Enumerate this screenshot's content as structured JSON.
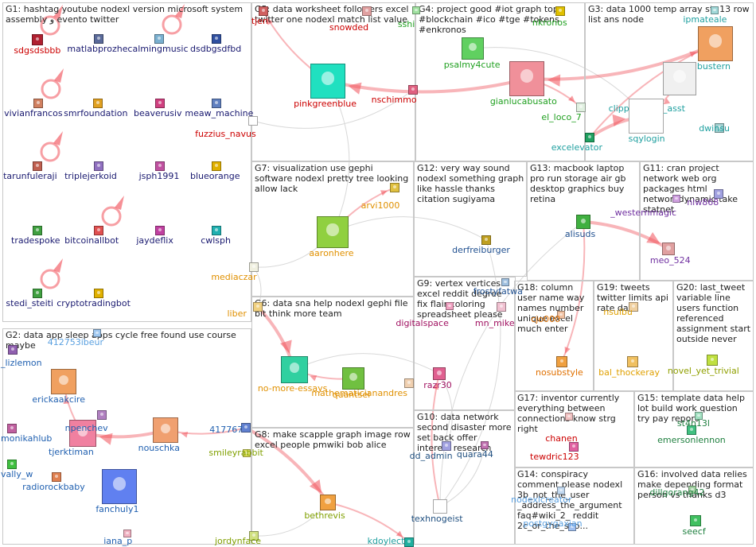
{
  "groups": [
    {
      "id": "G1",
      "title": "G1: hashtag youtube nodexl version microsoft system assembly و evento twitter"
    },
    {
      "id": "G2",
      "title": "G2: data app sleep apps cycle free found use course maybe"
    },
    {
      "id": "G3",
      "title": "G3: data 1000 temp array str 13 row list ans node"
    },
    {
      "id": "G4",
      "title": "G4: project good #iot graph top #blockchain #ico #tge #tokens #enkronos"
    },
    {
      "id": "G5",
      "title": "G5: data worksheet followers excel twitter one nodexl match list value"
    },
    {
      "id": "G6",
      "title": "G6: data sna help nodexl gephi file bit think more team"
    },
    {
      "id": "G7",
      "title": "G7: visualization use gephi software nodexl pretty tree looking allow lack"
    },
    {
      "id": "G8",
      "title": "G8: make scapple graph image row excel people pmwiki bob alice"
    },
    {
      "id": "G9",
      "title": "G9: vertex vertices excel reddit degree fix flair coloring spreadsheet please"
    },
    {
      "id": "G10",
      "title": "G10: data network second disaster more set back offer interest research"
    },
    {
      "id": "G11",
      "title": "G11: cran project network web org packages html networkdynamic take statnet"
    },
    {
      "id": "G12",
      "title": "G12: very way sound nodexl something graph like hassle thanks citation sugiyama"
    },
    {
      "id": "G13",
      "title": "G13: macbook laptop pro run storage air gb desktop graphics buy retina"
    },
    {
      "id": "G14",
      "title": "G14: conspiracy comment please nodexl 3b_not_the_user _address_the_argument faq#wiki_2_ reddit 2c_or_the_sub..."
    },
    {
      "id": "G15",
      "title": "G15: template data help lot build work question try pay report"
    },
    {
      "id": "G16",
      "title": "G16: involved data relies make depending format person vs thanks d3"
    },
    {
      "id": "G17",
      "title": "G17: inventor currently everything between connections know strg right"
    },
    {
      "id": "G18",
      "title": "G18: column user name way names number unique excel much enter"
    },
    {
      "id": "G19",
      "title": "G19: tweets twitter limits api rate data"
    },
    {
      "id": "G20",
      "title": "G20: last_tweet variable line users function referenced assignment start outside never"
    }
  ],
  "nodes": [
    {
      "id": "sdgsdsbbb",
      "label": "sdgsdsbbb",
      "color": "#cc0000",
      "fill": "#b02030"
    },
    {
      "id": "matlabprozhe",
      "label": "matlabprozhe",
      "color": "#1a1a70",
      "fill": "#5a6a9a"
    },
    {
      "id": "calmingmusic",
      "label": "calmingmusic",
      "color": "#1a1a70",
      "fill": "#7ab0d0"
    },
    {
      "id": "dsdbgsdfbd",
      "label": "dsdbgsdfbd",
      "color": "#1a1a70",
      "fill": "#3050a0"
    },
    {
      "id": "vivianfrancos",
      "label": "vivianfrancos",
      "color": "#1a1a70",
      "fill": "#d08060"
    },
    {
      "id": "smrfoundation",
      "label": "smrfoundation",
      "color": "#1a1a70",
      "fill": "#e0a020"
    },
    {
      "id": "beaverusiv",
      "label": "beaverusiv",
      "color": "#1a1a70",
      "fill": "#d04080"
    },
    {
      "id": "meaw_machine",
      "label": "meaw_machine",
      "color": "#1a1a70",
      "fill": "#6080c0"
    },
    {
      "id": "tarunfuleraji",
      "label": "tarunfuleraji",
      "color": "#1a1a70",
      "fill": "#c06050"
    },
    {
      "id": "triplejerkoid",
      "label": "triplejerkoid",
      "color": "#1a1a70",
      "fill": "#9070c0"
    },
    {
      "id": "jsph1991",
      "label": "jsph1991",
      "color": "#1a1a70",
      "fill": "#c050a0"
    },
    {
      "id": "blueorange",
      "label": "blueorange",
      "color": "#1a1a70",
      "fill": "#e0b000"
    },
    {
      "id": "tradespoke",
      "label": "tradespoke",
      "color": "#1a1a70",
      "fill": "#40a040"
    },
    {
      "id": "bitcoinallbot",
      "label": "bitcoinallbot",
      "color": "#1a1a70",
      "fill": "#e05050"
    },
    {
      "id": "jaydeflix",
      "label": "jaydeflix",
      "color": "#1a1a70",
      "fill": "#c040a0"
    },
    {
      "id": "cwlsph",
      "label": "cwlsph",
      "color": "#1a1a70",
      "fill": "#20b0b0"
    },
    {
      "id": "stedi_steiti",
      "label": "stedi_steiti",
      "color": "#1a1a70",
      "fill": "#40a040"
    },
    {
      "id": "cryptotradingbot",
      "label": "cryptotradingbot",
      "color": "#1a1a70",
      "fill": "#e0b000"
    },
    {
      "id": "412753ibeur",
      "label": "412753ibeur",
      "color": "#5aa0e0",
      "fill": "#a0c8f0"
    },
    {
      "id": "_lizlemon",
      "label": "_lizlemon",
      "color": "#2060b0",
      "fill": "#9060b0"
    },
    {
      "id": "erickaakcire",
      "label": "erickaakcire",
      "color": "#2060b0",
      "fill": "#f0a060"
    },
    {
      "id": "tjerktiman",
      "label": "tjerktiman",
      "color": "#2060b0",
      "fill": "#f080a0"
    },
    {
      "id": "npenchev",
      "label": "npenchev",
      "color": "#2060b0",
      "fill": "#b080c0"
    },
    {
      "id": "nouschka",
      "label": "nouschka",
      "color": "#2060b0",
      "fill": "#f0a070"
    },
    {
      "id": "monikahlub",
      "label": "monikahlub",
      "color": "#2060b0",
      "fill": "#c060a0"
    },
    {
      "id": "vally_w",
      "label": "vally_w",
      "color": "#2060b0",
      "fill": "#40c040"
    },
    {
      "id": "radiorockbaby",
      "label": "radiorockbaby",
      "color": "#2060b0",
      "fill": "#e08050"
    },
    {
      "id": "fanchuly1",
      "label": "fanchuly1",
      "color": "#2060b0",
      "fill": "#6080f0"
    },
    {
      "id": "iana_p",
      "label": "iana_p",
      "color": "#2060b0",
      "fill": "#f0b0c0"
    },
    {
      "id": "417767",
      "label": "417767",
      "color": "#2060b0",
      "fill": "#6080d0"
    },
    {
      "id": "tjen",
      "label": "tjen",
      "color": "#cc0000",
      "fill": "#d06060"
    },
    {
      "id": "snowded",
      "label": "snowded",
      "color": "#cc0000",
      "fill": "#e0a0a0"
    },
    {
      "id": "pinkgreenblue",
      "label": "pinkgreenblue",
      "color": "#cc0000",
      "fill": "#20e0c0"
    },
    {
      "id": "nschimmo",
      "label": "nschimmo",
      "color": "#cc0000",
      "fill": "#e06080"
    },
    {
      "id": "fuzzius_navus",
      "label": "fuzzius_navus",
      "color": "#cc0000",
      "fill": "#ffffff"
    },
    {
      "id": "sshi",
      "label": "sshi",
      "color": "#20a020",
      "fill": "#a0e0a0"
    },
    {
      "id": "nkronos",
      "label": "nkronos",
      "color": "#20a020",
      "fill": "#e0c000"
    },
    {
      "id": "psalmy4cute",
      "label": "psalmy4cute",
      "color": "#20a020",
      "fill": "#60d060"
    },
    {
      "id": "gianlucabusato",
      "label": "gianlucabusato",
      "color": "#20a020",
      "fill": "#f0909a"
    },
    {
      "id": "el_loco_7",
      "label": "el_loco_7",
      "color": "#20a020",
      "fill": "#e0f0e0"
    },
    {
      "id": "ipmateale",
      "label": "ipmateale",
      "color": "#20a0a0",
      "fill": "#a0d8d8"
    },
    {
      "id": "bustern",
      "label": "bustern",
      "color": "#20a0a0",
      "fill": "#f0a060"
    },
    {
      "id": "clippy_office_asst",
      "label": "clippy_office_asst",
      "color": "#20a0a0",
      "fill": "#f0f0f0"
    },
    {
      "id": "sqylogin",
      "label": "sqylogin",
      "color": "#20a0a0",
      "fill": "#ffffff"
    },
    {
      "id": "excelevator",
      "label": "excelevator",
      "color": "#20a0a0",
      "fill": "#20a060"
    },
    {
      "id": "dwinsu",
      "label": "dwinsu",
      "color": "#20a0a0",
      "fill": "#a0d0d0"
    },
    {
      "id": "aaronhere",
      "label": "aaronhere",
      "color": "#e09000",
      "fill": "#90d040"
    },
    {
      "id": "arvi1000",
      "label": "arvi1000",
      "color": "#e09000",
      "fill": "#e0c040"
    },
    {
      "id": "mediaczar",
      "label": "mediaczar",
      "color": "#e09000",
      "fill": "#f0f0e0"
    },
    {
      "id": "liber",
      "label": "liber",
      "color": "#e09000",
      "fill": "#f0d080"
    },
    {
      "id": "no-more-essays",
      "label": "no-more-essays",
      "color": "#e09000",
      "fill": "#30d0a0"
    },
    {
      "id": "quantsel",
      "label": "quantsel",
      "color": "#e09000",
      "fill": "#70c040"
    },
    {
      "id": "mathematicianandres",
      "label": "mathematicianandres",
      "color": "#e09000",
      "fill": "#f0d0b0"
    },
    {
      "id": "derfreiburger",
      "label": "derfreiburger",
      "color": "#205090",
      "fill": "#c0a020"
    },
    {
      "id": "frostyfatwa",
      "label": "frostyfatwa",
      "color": "#205090",
      "fill": "#a0c0e0"
    },
    {
      "id": "alisuds",
      "label": "alisuds",
      "color": "#205090",
      "fill": "#40b040"
    },
    {
      "id": "_westernmagic",
      "label": "_westernmagic",
      "color": "#7030a0",
      "fill": "#d0a0e0"
    },
    {
      "id": "nlw868",
      "label": "nlw868",
      "color": "#7030a0",
      "fill": "#a0a0e0"
    },
    {
      "id": "meo_524",
      "label": "meo_524",
      "color": "#7030a0",
      "fill": "#e0a0a0"
    },
    {
      "id": "digitalspace",
      "label": "digitalspace",
      "color": "#a01060",
      "fill": "#f0a0c0"
    },
    {
      "id": "mn_mike",
      "label": "mn_mike",
      "color": "#a01060",
      "fill": "#f0c0d0"
    },
    {
      "id": "razr30",
      "label": "razr30",
      "color": "#a01060",
      "fill": "#e06090"
    },
    {
      "id": "dd_admin",
      "label": "dd_admin",
      "color": "#205080",
      "fill": "#a0a0e0"
    },
    {
      "id": "quara44",
      "label": "quara44",
      "color": "#205080",
      "fill": "#c070b0"
    },
    {
      "id": "texhnogeist",
      "label": "texhnogeist",
      "color": "#205080",
      "fill": "#ffffff"
    },
    {
      "id": "kdoylect",
      "label": "kdoylect",
      "color": "#20a0a0",
      "fill": "#20b0a0"
    },
    {
      "id": "bethrevis",
      "label": "bethrevis",
      "color": "#80a000",
      "fill": "#f0a040"
    },
    {
      "id": "jordynface",
      "label": "jordynface",
      "color": "#80a000",
      "fill": "#d0e080"
    },
    {
      "id": "smileyrabbit",
      "label": "smileyrabbit",
      "color": "#80a000",
      "fill": "#e0e060"
    },
    {
      "id": "cjo000",
      "label": "cjo000",
      "color": "#e07000",
      "fill": "#f0c0a0"
    },
    {
      "id": "nosubstyle",
      "label": "nosubstyle",
      "color": "#e07000",
      "fill": "#f0a040"
    },
    {
      "id": "nsulbu",
      "label": "nsulbu",
      "color": "#e0a000",
      "fill": "#f0d0a0"
    },
    {
      "id": "bal_thockeray",
      "label": "bal_thockeray",
      "color": "#e0a000",
      "fill": "#f0c060"
    },
    {
      "id": "novel_yet_trivial",
      "label": "novel_yet_trivial",
      "color": "#90a000",
      "fill": "#c0e040"
    },
    {
      "id": "tewdric123",
      "label": "tewdric123",
      "color": "#cc0000",
      "fill": "#e060a0"
    },
    {
      "id": "chanen",
      "label": "chanen",
      "color": "#cc0000",
      "fill": "#f0c0c0"
    },
    {
      "id": "emersonlennon",
      "label": "emersonlennon",
      "color": "#208040",
      "fill": "#40c080"
    },
    {
      "id": "st4n13l",
      "label": "st4n13l",
      "color": "#208040",
      "fill": "#a0e0c0"
    },
    {
      "id": "seecf",
      "label": "seecf",
      "color": "#208040",
      "fill": "#40c060"
    },
    {
      "id": "dillgorang42",
      "label": "dillgorang42",
      "color": "#208040",
      "fill": "#a0d0a0"
    },
    {
      "id": "postgygaxian",
      "label": "postgygaxian",
      "color": "#5aa0e0",
      "fill": "#a0c0f0"
    },
    {
      "id": "nodexlcreator",
      "label": "nodexlcreator",
      "color": "#5aa0e0",
      "fill": "#c0d8f0"
    }
  ]
}
